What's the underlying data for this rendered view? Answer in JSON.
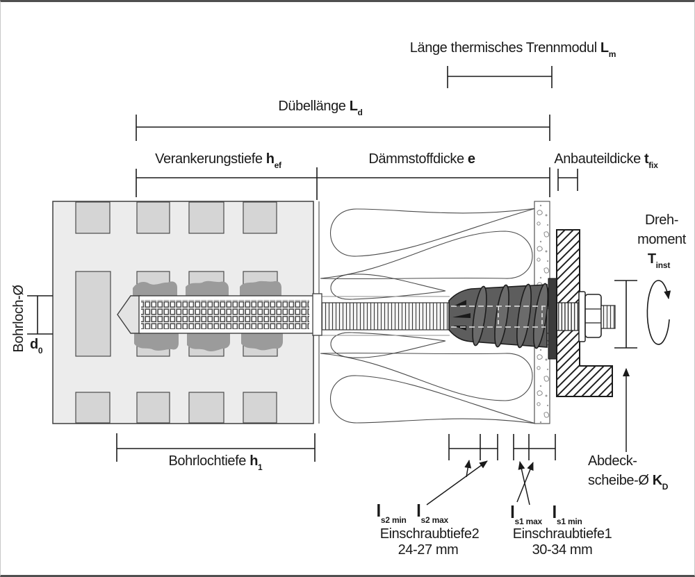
{
  "labels": {
    "trennmodul": {
      "text": "Länge thermisches Trennmodul ",
      "sym": "L",
      "sub": "m"
    },
    "duebellaenge": {
      "text": "Dübellänge ",
      "sym": "L",
      "sub": "d"
    },
    "verankerungstiefe": {
      "text": "Verankerungstiefe ",
      "sym": "h",
      "sub": "ef"
    },
    "daemmstoffdicke": {
      "text": "Dämmstoffdicke ",
      "sym": "e",
      "sub": ""
    },
    "anbauteildicke": {
      "text": "Anbauteildicke ",
      "sym": "t",
      "sub": "fix"
    },
    "bohrloch": {
      "text": "Bohrloch-Ø",
      "sym": "d",
      "sub": "0"
    },
    "drehmoment": {
      "line1": "Dreh-",
      "line2": "moment",
      "sym": "T",
      "sub": "inst"
    },
    "bohrlochtiefe": {
      "text": "Bohrlochtiefe ",
      "sym": "h",
      "sub": "1"
    },
    "abdeckscheibe": {
      "line1": "Abdeck-",
      "line2": "scheibe-Ø ",
      "sym": "K",
      "sub": "D"
    },
    "l_s2_min": {
      "sym": "l",
      "sub": "s2 min"
    },
    "l_s2_max": {
      "sym": "l",
      "sub": "s2 max"
    },
    "einschraubtiefe2": {
      "name": "Einschraubtiefe2",
      "range": "24-27 mm"
    },
    "l_s1_max": {
      "sym": "l",
      "sub": "s1 max"
    },
    "l_s1_min": {
      "sym": "l",
      "sub": "s1 min"
    },
    "einschraubtiefe1": {
      "name": "Einschraubtiefe1",
      "range": "30-34 mm"
    }
  },
  "colors": {
    "wall": "#ececec",
    "void": "#d5d5d5",
    "mortar": "#9b9b9b",
    "tip": "#e3e3e3",
    "module": "#5d5d5d",
    "rib": "#6b6b6b",
    "washer": "#3c3c3c",
    "line": "#1a1a1a",
    "text": "#1a1a1a"
  }
}
